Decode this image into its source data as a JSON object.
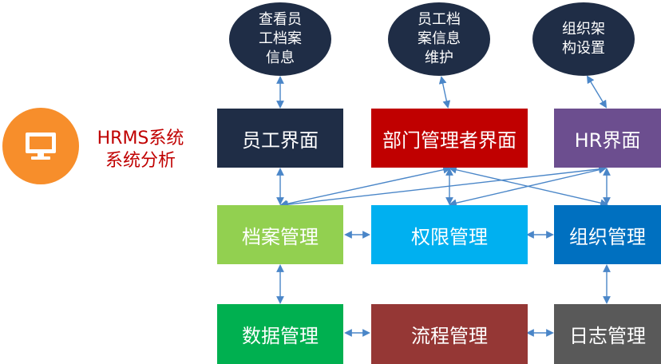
{
  "system": {
    "title_line1": "HRMS系统",
    "title_line2": "系统分析",
    "logo_icon": "computer-icon",
    "logo_color": "#f78e2b",
    "title_color": "#c00000"
  },
  "functions": {
    "view_archive": "查看员\n工档案\n信息",
    "maintain_archive": "员工档\n案信息\n维护",
    "org_setup": "组织架\n构设置"
  },
  "interfaces": {
    "employee": "员工界面",
    "dept_manager": "部门管理者界面",
    "hr": "HR界面"
  },
  "modules": {
    "archive": "档案管理",
    "permission": "权限管理",
    "organization": "组织管理",
    "data": "数据管理",
    "process": "流程管理",
    "log": "日志管理"
  },
  "colors": {
    "ellipse": "#1f2d46",
    "employee": "#1f2d46",
    "dept_manager": "#c00000",
    "hr": "#6c4e8f",
    "archive": "#92d050",
    "permission": "#00b0f0",
    "organization": "#0070c0",
    "data": "#00b050",
    "process": "#953735",
    "log": "#595959",
    "arrow": "#4a86c8"
  }
}
